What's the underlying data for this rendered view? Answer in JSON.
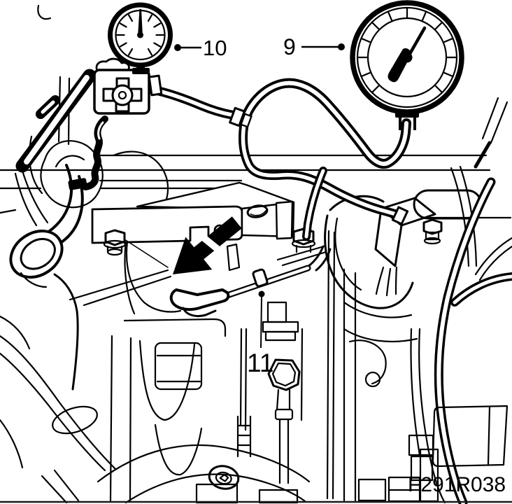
{
  "figure": {
    "kind": "service-manual-line-illustration",
    "subject": "engine-bay-pressure-test-with-gauges",
    "code_label": "F291R038",
    "callouts": [
      {
        "id": "9",
        "label": "9",
        "target": "large-pressure-gauge"
      },
      {
        "id": "10",
        "label": "10",
        "target": "small-gauge-on-hand-pump"
      },
      {
        "id": "11",
        "label": "11",
        "target": "pressure-pipe"
      }
    ],
    "colors": {
      "ink": "#000000",
      "background": "#ffffff"
    }
  }
}
